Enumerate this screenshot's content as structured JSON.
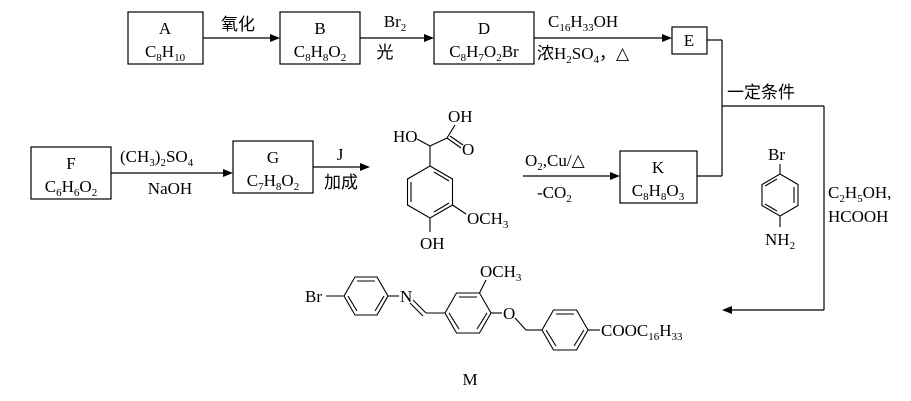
{
  "boxes": {
    "A": {
      "letter": "A",
      "formula_1": "C",
      "sub_1": "8",
      "formula_2": "H",
      "sub_2": "10"
    },
    "B": {
      "letter": "B",
      "formula_1": "C",
      "sub_1": "8",
      "formula_2": "H",
      "sub_2": "8",
      "formula_3": "O",
      "sub_3": "2"
    },
    "D": {
      "letter": "D",
      "formula_1": "C",
      "sub_1": "8",
      "formula_2": "H",
      "sub_2": "7",
      "formula_3": "O",
      "sub_3": "2",
      "formula_4": "Br"
    },
    "E": {
      "letter": "E"
    },
    "F": {
      "letter": "F",
      "formula_1": "C",
      "sub_1": "6",
      "formula_2": "H",
      "sub_2": "6",
      "formula_3": "O",
      "sub_3": "2"
    },
    "G": {
      "letter": "G",
      "formula_1": "C",
      "sub_1": "7",
      "formula_2": "H",
      "sub_2": "8",
      "formula_3": "O",
      "sub_3": "2"
    },
    "K": {
      "letter": "K",
      "formula_1": "C",
      "sub_1": "8",
      "formula_2": "H",
      "sub_2": "8",
      "formula_3": "O",
      "sub_3": "3"
    }
  },
  "conditions": {
    "a_to_b": "氧化",
    "b_to_d_top": "Br",
    "b_to_d_top_sub": "2",
    "b_to_d_bottom": "光",
    "d_to_e_top_1": "C",
    "d_to_e_top_sub_1": "16",
    "d_to_e_top_2": "H",
    "d_to_e_top_sub_2": "33",
    "d_to_e_top_3": "OH",
    "d_to_e_bottom_1": "浓H",
    "d_to_e_bottom_sub_1": "2",
    "d_to_e_bottom_2": "SO",
    "d_to_e_bottom_sub_2": "4",
    "d_to_e_bottom_3": "，△",
    "e_k_join": "一定条件",
    "f_to_g_top_1": "(CH",
    "f_to_g_top_sub_1": "3",
    "f_to_g_top_2": ")",
    "f_to_g_top_sub_2": "2",
    "f_to_g_top_3": "SO",
    "f_to_g_top_sub_3": "4",
    "f_to_g_bottom": "NaOH",
    "g_to_j_top": "J",
    "g_to_j_bottom": "加成",
    "to_k_top_1": "O",
    "to_k_top_sub_1": "2",
    "to_k_top_2": ",Cu/△",
    "to_k_bottom_1": "-CO",
    "to_k_bottom_sub_1": "2",
    "to_m_1a": "C",
    "to_m_1_sub_a": "2",
    "to_m_1b": "H",
    "to_m_1_sub_b": "5",
    "to_m_1c": "OH,",
    "to_m_2": "HCOOH"
  },
  "structures": {
    "mandelic": {
      "ho": "HO",
      "oh_top": "OH",
      "carbonyl_o": "O",
      "och3": "OCH",
      "och3_sub": "3",
      "oh_bottom": "OH"
    },
    "bromoaniline": {
      "br": "Br",
      "nh": "NH",
      "nh_sub": "2"
    },
    "product_m": {
      "br": "Br",
      "n": "N",
      "och3": "OCH",
      "och3_sub": "3",
      "o": "O",
      "ester_1": "COOC",
      "ester_sub_1": "16",
      "ester_2": "H",
      "ester_sub_2": "33",
      "label": "M"
    }
  }
}
